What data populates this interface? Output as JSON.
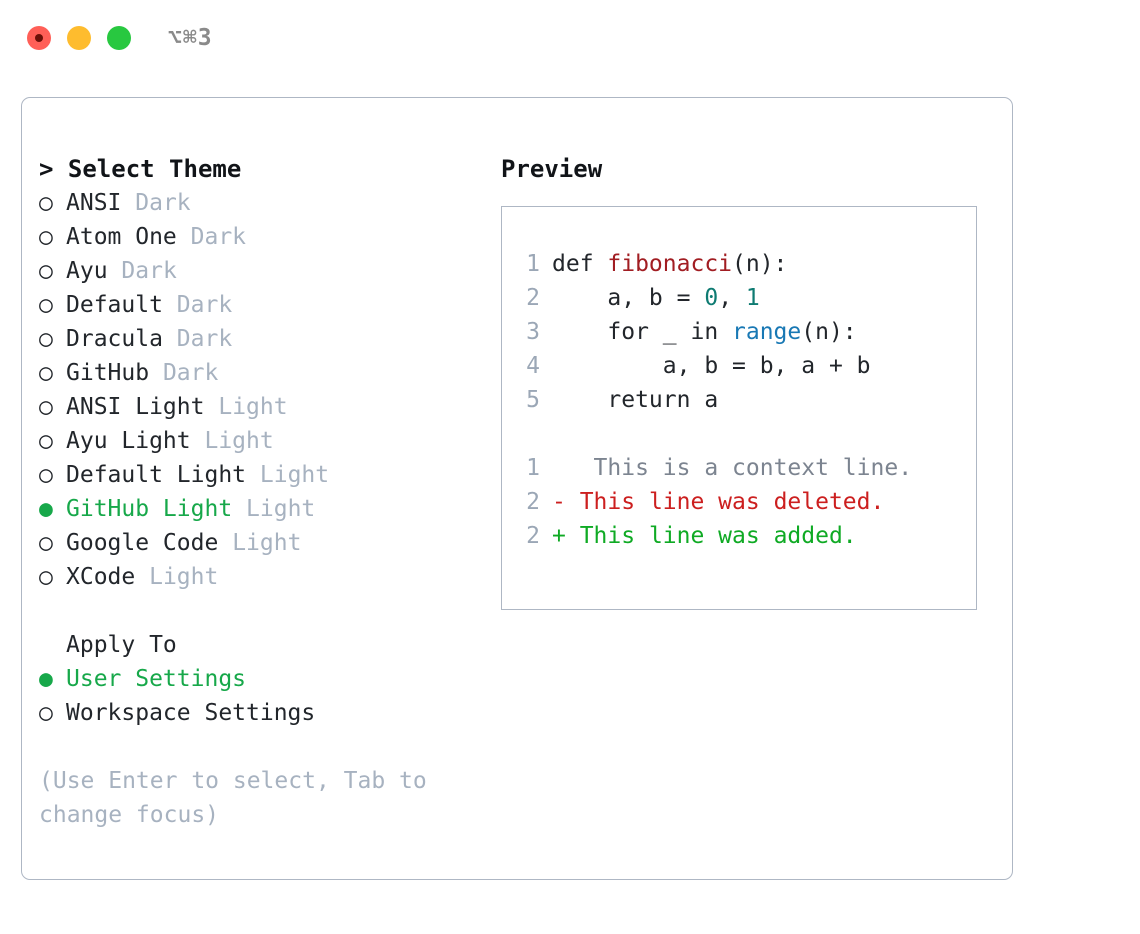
{
  "titlebar": {
    "shortcut": "⌥⌘3",
    "buttons": [
      {
        "name": "close",
        "color": "#FF5F57"
      },
      {
        "name": "minimize",
        "color": "#FEBC2E"
      },
      {
        "name": "maximize",
        "color": "#28C840"
      }
    ]
  },
  "colors": {
    "selected_green": "#17A84A",
    "muted": "#A7B2C0",
    "text": "#22262B",
    "border": "#AEB7C4",
    "diff_add": "#0FAA24",
    "diff_del": "#CC1F1F",
    "diff_ctx": "#7C8490",
    "tok_fn": "#A11D22",
    "tok_num": "#0E7B72",
    "tok_call": "#1878B4"
  },
  "theme_picker": {
    "header": "> Select Theme",
    "markers": {
      "selected": "●",
      "unselected": "○"
    },
    "items": [
      {
        "marker": "○",
        "name": "ANSI",
        "kind": "Dark",
        "selected": false
      },
      {
        "marker": "○",
        "name": "Atom One",
        "kind": "Dark",
        "selected": false
      },
      {
        "marker": "○",
        "name": "Ayu",
        "kind": "Dark",
        "selected": false
      },
      {
        "marker": "○",
        "name": "Default",
        "kind": "Dark",
        "selected": false
      },
      {
        "marker": "○",
        "name": "Dracula",
        "kind": "Dark",
        "selected": false
      },
      {
        "marker": "○",
        "name": "GitHub",
        "kind": "Dark",
        "selected": false
      },
      {
        "marker": "○",
        "name": "ANSI Light",
        "kind": "Light",
        "selected": false
      },
      {
        "marker": "○",
        "name": "Ayu Light",
        "kind": "Light",
        "selected": false
      },
      {
        "marker": "○",
        "name": "Default Light",
        "kind": "Light",
        "selected": false
      },
      {
        "marker": "●",
        "name": "GitHub Light",
        "kind": "Light",
        "selected": true
      },
      {
        "marker": "○",
        "name": "Google Code",
        "kind": "Light",
        "selected": false
      },
      {
        "marker": "○",
        "name": "XCode",
        "kind": "Light",
        "selected": false
      }
    ]
  },
  "apply_to": {
    "heading": "Apply To",
    "items": [
      {
        "marker": "●",
        "name": "User Settings",
        "selected": true
      },
      {
        "marker": "○",
        "name": "Workspace Settings",
        "selected": false
      }
    ]
  },
  "hint": "(Use Enter to select, Tab to change focus)",
  "preview": {
    "header": "Preview",
    "code_lines": [
      {
        "ln": "1",
        "tokens": [
          {
            "t": "def ",
            "c": "code-text"
          },
          {
            "t": "fibonacci",
            "c": "tok-fn"
          },
          {
            "t": "(n):",
            "c": "code-text"
          }
        ]
      },
      {
        "ln": "2",
        "tokens": [
          {
            "t": "    a, b = ",
            "c": "code-text"
          },
          {
            "t": "0",
            "c": "tok-num"
          },
          {
            "t": ", ",
            "c": "code-text"
          },
          {
            "t": "1",
            "c": "tok-num"
          }
        ]
      },
      {
        "ln": "3",
        "tokens": [
          {
            "t": "    for _ in ",
            "c": "code-text"
          },
          {
            "t": "range",
            "c": "tok-call"
          },
          {
            "t": "(n):",
            "c": "code-text"
          }
        ]
      },
      {
        "ln": "4",
        "tokens": [
          {
            "t": "        a, b = b, a + b",
            "c": "code-text"
          }
        ]
      },
      {
        "ln": "5",
        "tokens": [
          {
            "t": "    return a",
            "c": "code-text"
          }
        ]
      }
    ],
    "diff_lines": [
      {
        "ln": "1",
        "sign": " ",
        "text": "  This is a context line.",
        "cls": "diff-ctx"
      },
      {
        "ln": "2",
        "sign": "-",
        "text": " This line was deleted.",
        "cls": "diff-del"
      },
      {
        "ln": "2",
        "sign": "+",
        "text": " This line was added.",
        "cls": "diff-add"
      }
    ]
  }
}
